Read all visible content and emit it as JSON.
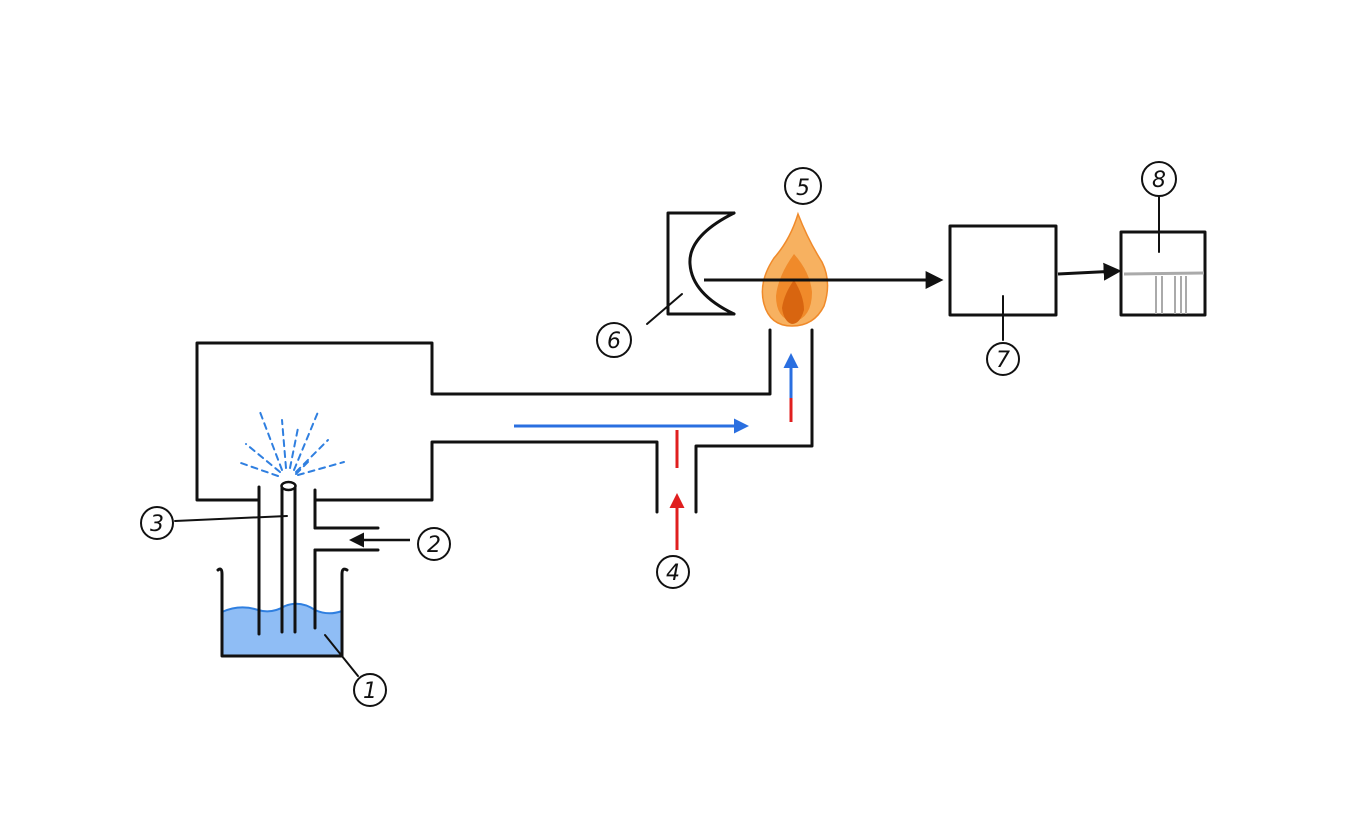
{
  "labels": {
    "n1": "1",
    "n2": "2",
    "n3": "3",
    "n4": "4",
    "n5": "5",
    "n6": "6",
    "n7": "7",
    "n8": "8"
  },
  "colors": {
    "line": "#111111",
    "liquid": "#8fbdf5",
    "liquid_edge": "#2f7fe0",
    "spray": "#2f7fe0",
    "flow_blue": "#2a6fe0",
    "flow_red": "#e01f1f",
    "flame_outer": "#f7b160",
    "flame_mid": "#f08a2a",
    "flame_inner": "#d86510",
    "spectrum_line": "#aaaaaa"
  }
}
